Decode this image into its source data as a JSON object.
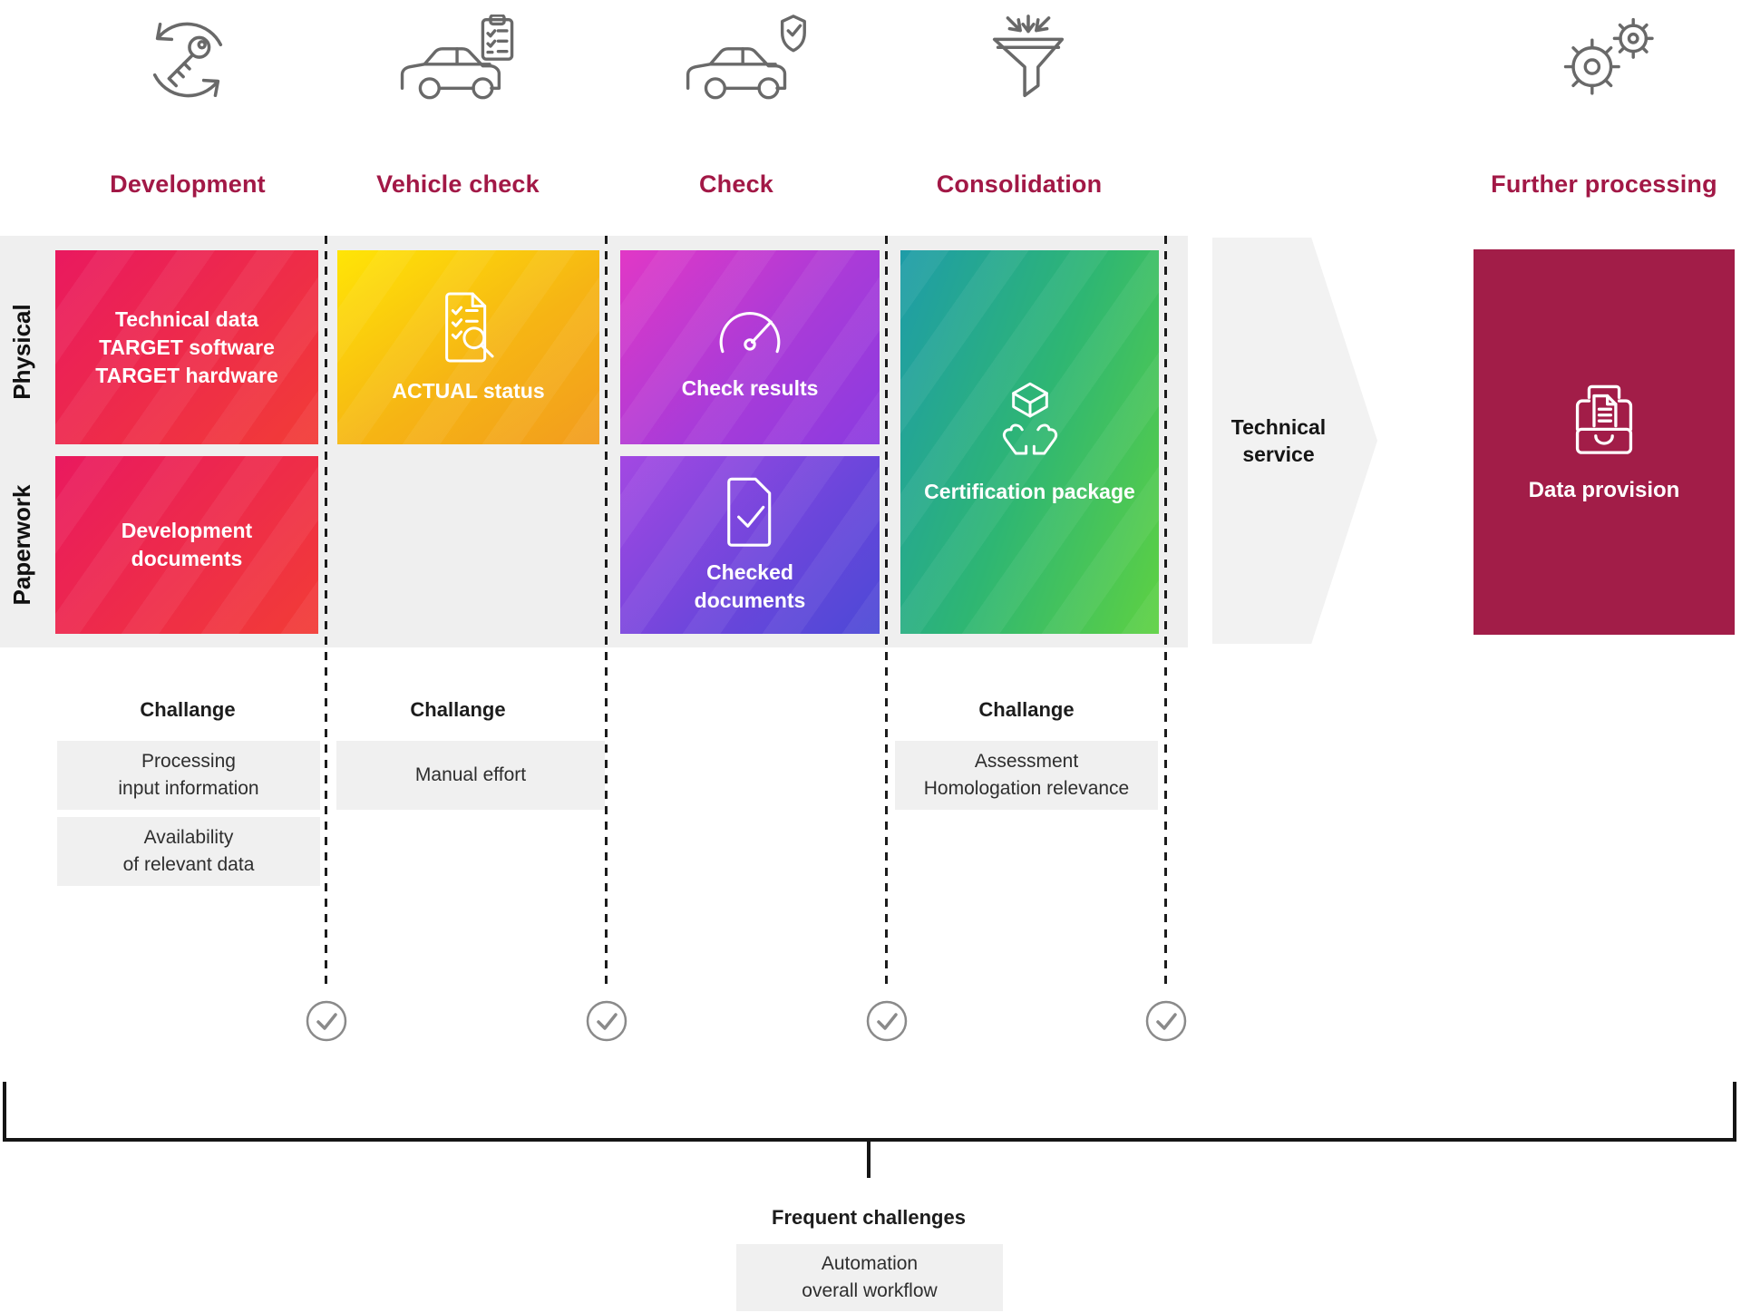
{
  "palette": {
    "accent": "#a21846",
    "band_bg": "#efefef",
    "box_bg": "#f0f0f0",
    "icon_gray": "#696969",
    "dev_gradient": [
      "#e9195f",
      "#f23c36"
    ],
    "vehicle_gradient": [
      "#ffe506",
      "#f29c1e"
    ],
    "check_gradient": [
      "#e138c6",
      "#8a3be0"
    ],
    "checked_gradient": [
      "#a348e2",
      "#4c49d6"
    ],
    "consolidation_gradient": [
      "#1e9ca8",
      "#5ed142"
    ],
    "provision_bg": "#a21d48"
  },
  "stages": [
    {
      "title": "Development",
      "icon": "key-cycle-icon"
    },
    {
      "title": "Vehicle check",
      "icon": "car-clipboard-icon"
    },
    {
      "title": "Check",
      "icon": "car-shield-icon"
    },
    {
      "title": "Consolidation",
      "icon": "funnel-icon"
    },
    {
      "title": "Further processing",
      "icon": "gears-icon"
    }
  ],
  "rows": {
    "physical": "Physical",
    "paperwork": "Paperwork"
  },
  "cards": {
    "dev_physical": {
      "lines": [
        "Technical data",
        "TARGET software",
        "TARGET hardware"
      ]
    },
    "dev_paperwork": {
      "lines": [
        "Development",
        "documents"
      ]
    },
    "vehicle_actual": {
      "icon": "document-search-icon",
      "label": "ACTUAL status"
    },
    "check_results": {
      "icon": "gauge-icon",
      "label": "Check results"
    },
    "checked_documents": {
      "icon": "document-check-icon",
      "lines": [
        "Checked",
        "documents"
      ]
    },
    "certification_package": {
      "icon": "hands-box-icon",
      "label": "Certification package"
    },
    "data_provision": {
      "icon": "document-tray-icon",
      "label": "Data provision"
    }
  },
  "technical_service": {
    "lines": [
      "Technical",
      "service"
    ]
  },
  "challenges": {
    "heading": "Challange",
    "development": [
      {
        "lines": [
          "Processing",
          "input information"
        ]
      },
      {
        "lines": [
          "Availability",
          "of relevant data"
        ]
      }
    ],
    "vehicle_check": [
      {
        "lines": [
          "Manual effort"
        ]
      }
    ],
    "consolidation": [
      {
        "lines": [
          "Assessment",
          "Homologation relevance"
        ]
      }
    ]
  },
  "milestones": {
    "count": 4,
    "icon": "check-circle-icon"
  },
  "footer": {
    "title": "Frequent challenges",
    "box": {
      "lines": [
        "Automation",
        "overall workflow"
      ]
    }
  }
}
